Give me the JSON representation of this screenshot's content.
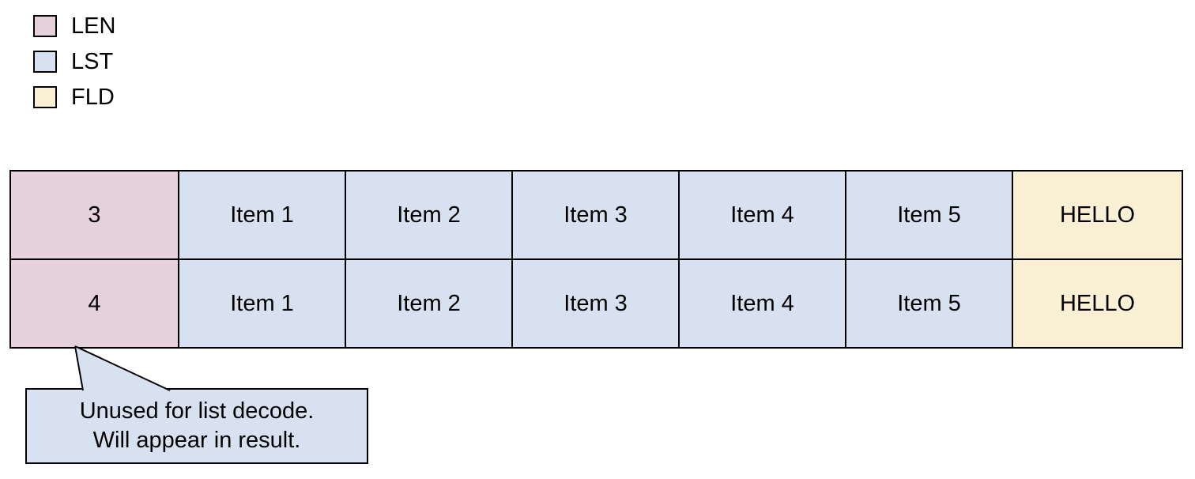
{
  "legend": {
    "items": [
      {
        "label": "LEN",
        "color": "#e5d1db"
      },
      {
        "label": "LST",
        "color": "#d7e1f0"
      },
      {
        "label": "FLD",
        "color": "#faf0d3"
      }
    ]
  },
  "table": {
    "rows": [
      {
        "cells": [
          "3",
          "Item 1",
          "Item 2",
          "Item 3",
          "Item 4",
          "Item 5",
          "HELLO"
        ]
      },
      {
        "cells": [
          "4",
          "Item 1",
          "Item 2",
          "Item 3",
          "Item 4",
          "Item 5",
          "HELLO"
        ]
      }
    ]
  },
  "callout": {
    "lines": [
      "Unused for list decode.",
      "Will appear in result."
    ],
    "color": "#d7e1f0",
    "border_color": "#000000"
  }
}
